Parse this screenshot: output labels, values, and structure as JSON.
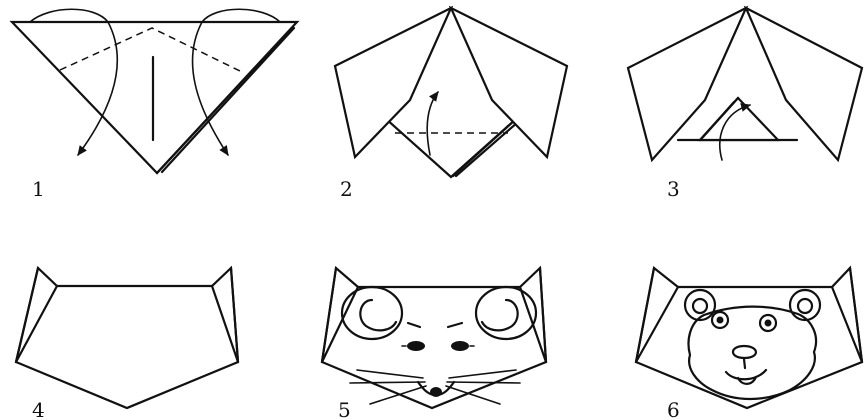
{
  "diagram": {
    "steps": [
      {
        "label": "1"
      },
      {
        "label": "2"
      },
      {
        "label": "3"
      },
      {
        "label": "4"
      },
      {
        "label": "5"
      },
      {
        "label": "6"
      }
    ]
  }
}
